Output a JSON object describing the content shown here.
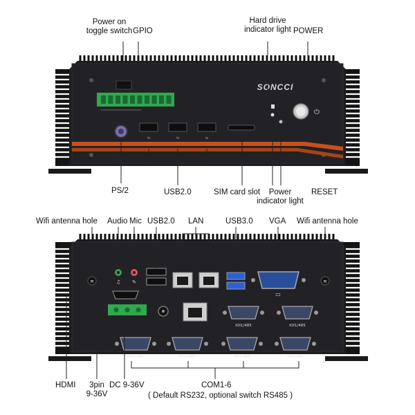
{
  "top_labels": {
    "power_toggle_line1": "Power on",
    "power_toggle_line2": "toggle switch",
    "gpio": "GPIO",
    "hard_drive_line1": "Hard drive",
    "hard_drive_line2": "indicator light",
    "power": "POWER",
    "ps2": "PS/2",
    "usb20": "USB2.0",
    "sim_slot": "SIM card slot",
    "power_indicator_line1": "Power",
    "power_indicator_line2": "indicator light",
    "reset": "RESET"
  },
  "device_front": {
    "brand": "SONCCI"
  },
  "bottom_labels": {
    "wifi_left": "Wifi antenna hole",
    "audio": "Audio",
    "mic": "Mic",
    "usb20": "USB2.0",
    "lan": "LAN",
    "usb30": "USB3.0",
    "vga": "VGA",
    "wifi_right": "Wifi antenna hole",
    "hdmi": "HDMI",
    "pin3_line1": "3pin",
    "pin3_line2": "9-36V",
    "dc": "DC 9-36V",
    "com": "COM1-6",
    "com_note": "( Default RS232, optional switch RS485 )"
  },
  "device_rear": {
    "com_port_label": "IOI1/485"
  },
  "colors": {
    "chassis": "#1c1c1e",
    "fin": "#111113",
    "terminal_green": "#2fa84f",
    "accent_orange": "#c8501c",
    "usb3_blue": "#2a62d6",
    "audio_green": "#3aa04a",
    "mic_pink": "#d85a6a",
    "leader_line": "#222222"
  }
}
